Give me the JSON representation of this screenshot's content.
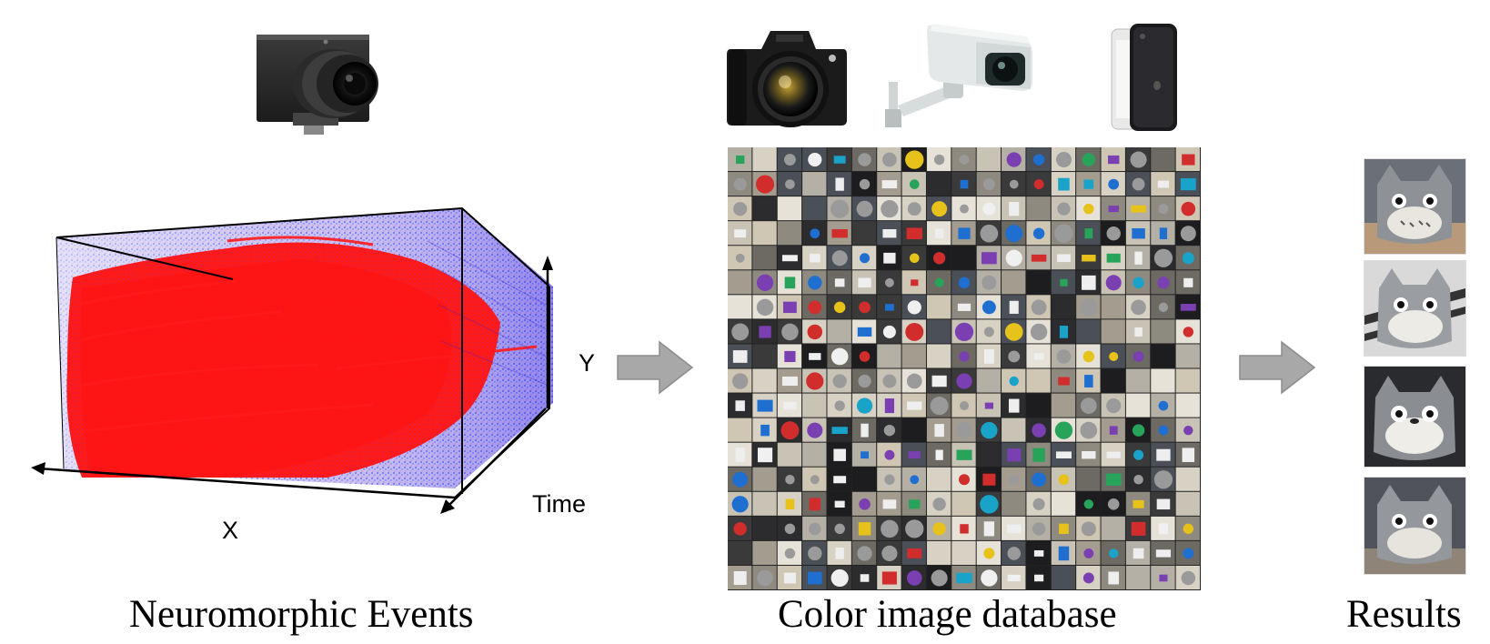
{
  "captions": {
    "left": "Neuromorphic Events",
    "middle": "Color image database",
    "right": "Results"
  },
  "axes": {
    "x": "X",
    "y": "Y",
    "time": "Time"
  },
  "colors": {
    "positive_events": "#ff1a1a",
    "negative_events": "#2a1fe0",
    "arrow_fill": "#a8a8a8",
    "arrow_stroke": "#8c8c8c"
  },
  "icons": {
    "event_camera": "event-camera-icon",
    "dslr": "dslr-camera-icon",
    "cctv": "security-camera-icon",
    "phone": "smartphone-icon"
  }
}
